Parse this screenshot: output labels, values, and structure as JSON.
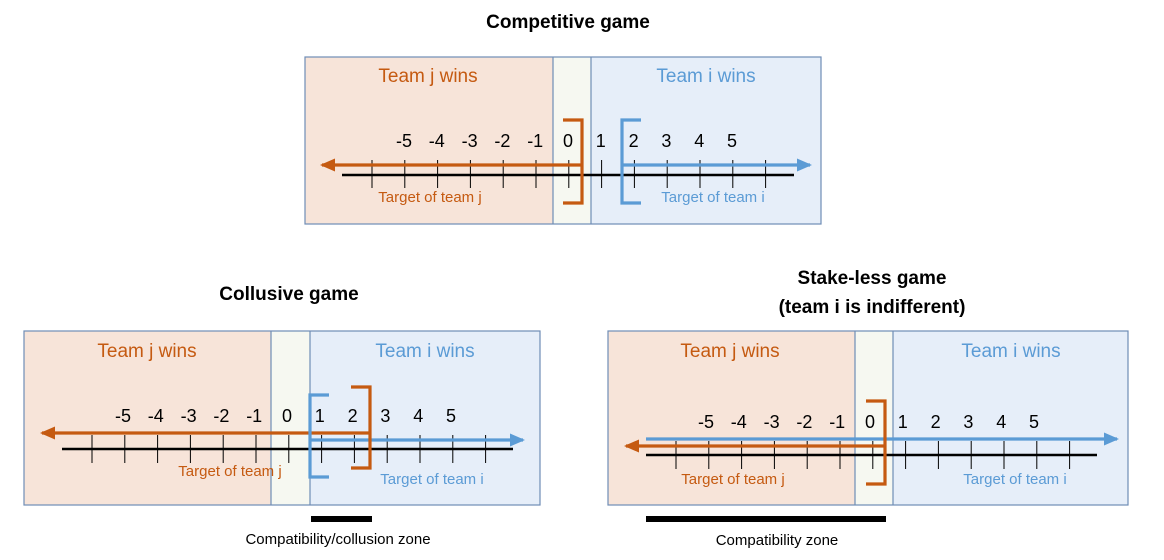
{
  "colors": {
    "team_j": "#c55a11",
    "team_i": "#5b9bd5",
    "team_j_bg": "#f7e4d9",
    "team_i_bg": "#e6eef9",
    "middle_bg": "#f6f8f1",
    "border": "#6f8db6",
    "axis": "#000000"
  },
  "labels": {
    "team_j_wins": "Team j wins",
    "team_i_wins": "Team i wins",
    "target_j": "Target of team j",
    "target_i": "Target of team i"
  },
  "panels": [
    {
      "id": "competitive",
      "title_lines": [
        "Competitive game"
      ],
      "numbers": [
        "-5",
        "-4",
        "-3",
        "-2",
        "-1",
        "0",
        "1",
        "2",
        "3",
        "4",
        "5"
      ],
      "zone_label": ""
    },
    {
      "id": "collusive",
      "title_lines": [
        "Collusive game"
      ],
      "numbers": [
        "-5",
        "-4",
        "-3",
        "-2",
        "-1",
        "0",
        "1",
        "2",
        "3",
        "4",
        "5"
      ],
      "zone_label": "Compatibility/collusion zone"
    },
    {
      "id": "stakeless",
      "title_lines": [
        "Stake-less game",
        "(team i is indifferent)"
      ],
      "numbers": [
        "-5",
        "-4",
        "-3",
        "-2",
        "-1",
        "0",
        "1",
        "2",
        "3",
        "4",
        "5"
      ],
      "zone_label": "Compatibility zone"
    }
  ]
}
